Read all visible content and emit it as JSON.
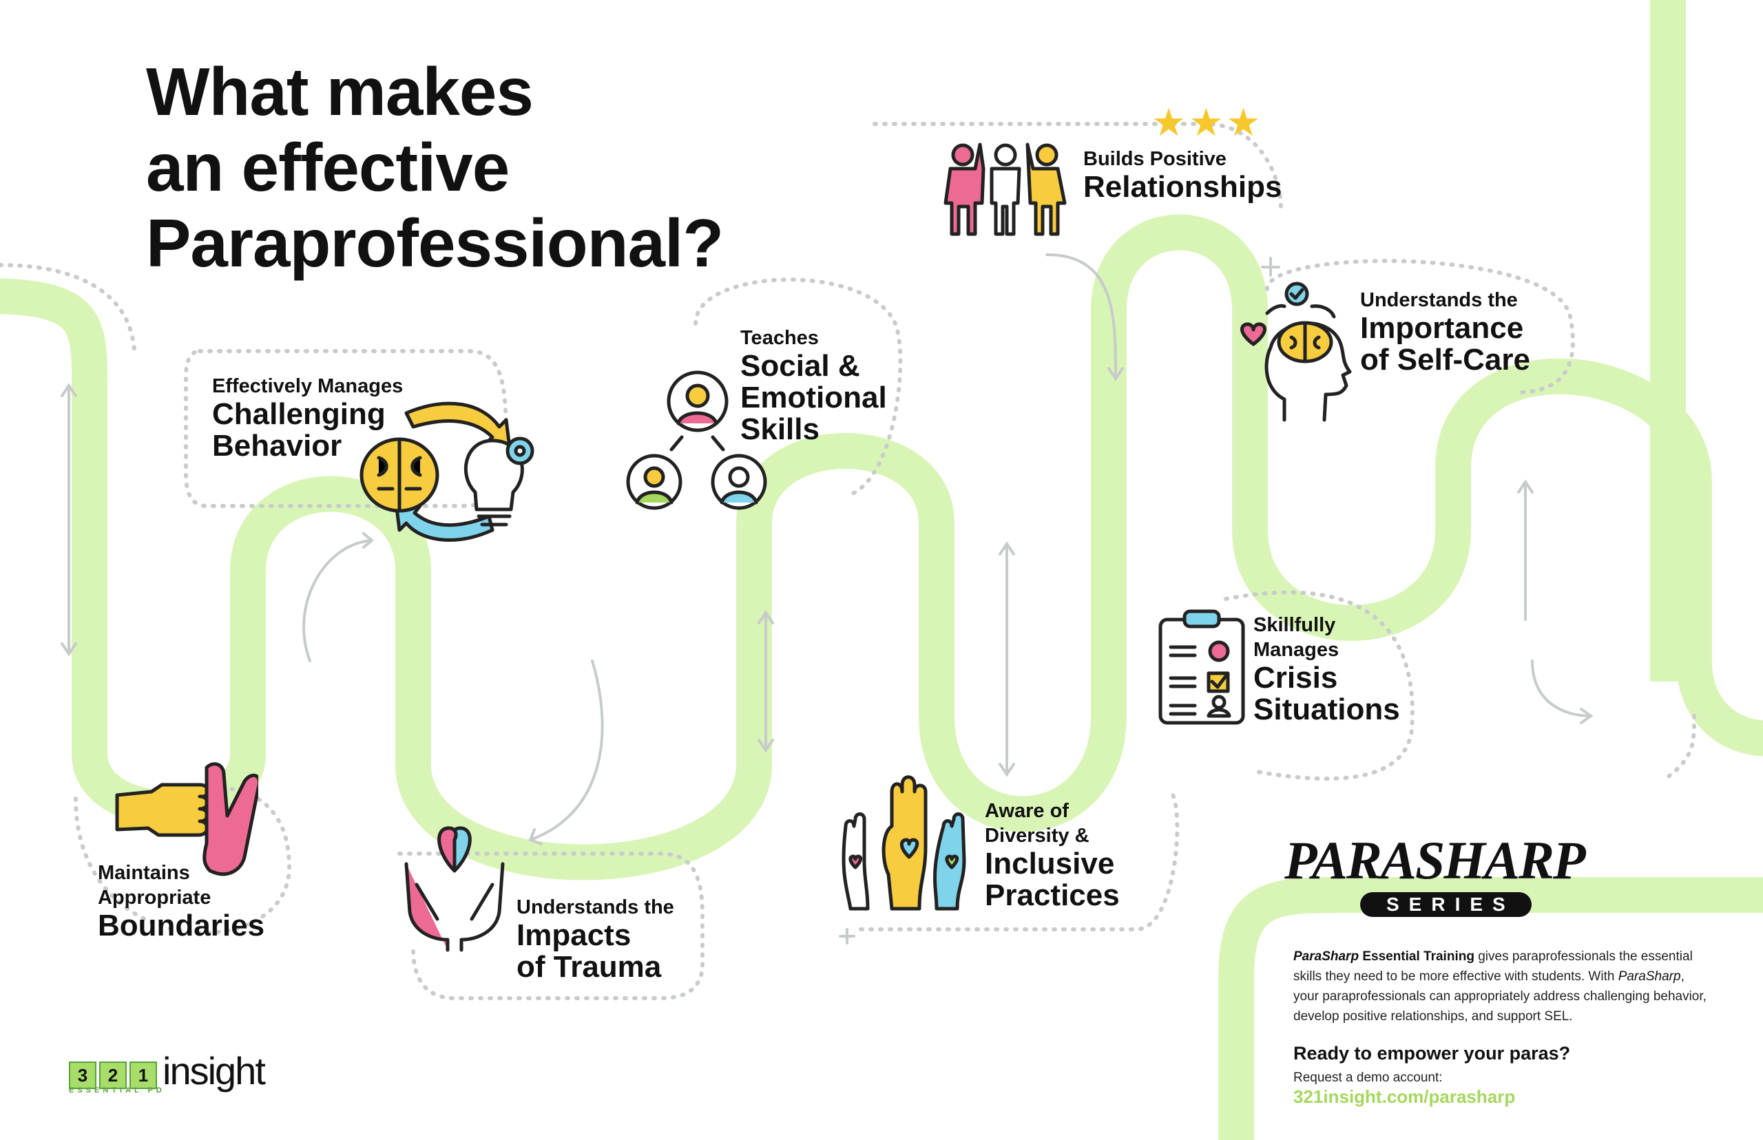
{
  "title": {
    "line1": "What makes",
    "line2": "an effective",
    "line3": "Paraprofessional?"
  },
  "stops": [
    {
      "small": "Maintains",
      "small2": "Appropriate",
      "big": "Boundaries",
      "icon": "fist-and-hand-icon"
    },
    {
      "small": "Effectively Manages",
      "big": "Challenging",
      "big2": "Behavior",
      "icon": "brain-lightbulb-cycle-icon"
    },
    {
      "small": "Understands the",
      "big": "Impacts",
      "big2": "of Trauma",
      "icon": "hands-heart-icon"
    },
    {
      "small": "Teaches",
      "big": "Social &",
      "big2": "Emotional",
      "big3": "Skills",
      "icon": "people-network-icon"
    },
    {
      "small": "Aware of",
      "small2": "Diversity &",
      "big": "Inclusive",
      "big2": "Practices",
      "icon": "raised-hands-hearts-icon"
    },
    {
      "small": "Builds Positive",
      "big": "Relationships",
      "icon": "high-five-people-icon"
    },
    {
      "small": "Skillfully",
      "small2": "Manages",
      "big": "Crisis",
      "big2": "Situations",
      "icon": "clipboard-checklist-icon"
    },
    {
      "small": "Understands the",
      "big": "Importance",
      "big2": "of Self-Care",
      "icon": "head-brain-heart-icon"
    }
  ],
  "rating_stars": 3,
  "brand": {
    "name": "PARASHARP",
    "series": "SERIES",
    "desc_bold": "Essential Training",
    "desc_italic": "ParaSharp",
    "desc_rest1": " gives paraprofessionals the essential skills they need to be more effective with students. With ",
    "desc_italic2": "ParaSharp",
    "desc_rest2": ", your paraprofessionals can appropriately address challenging behavior, develop positive relationships, and support SEL.",
    "cta": "Ready to empower your paras?",
    "request": "Request a demo account:",
    "url": "321insight.com/parasharp"
  },
  "logo": {
    "digits": [
      "3",
      "2",
      "1"
    ],
    "word": "insight",
    "sub": "ESSENTIAL PD"
  },
  "colors": {
    "path": "#d9f5b6",
    "accent_green": "#a5d85d",
    "pink": "#ec6a93",
    "yellow": "#f7cc3f",
    "blue": "#7fd3ea",
    "gold_star": "#f6c82c"
  }
}
